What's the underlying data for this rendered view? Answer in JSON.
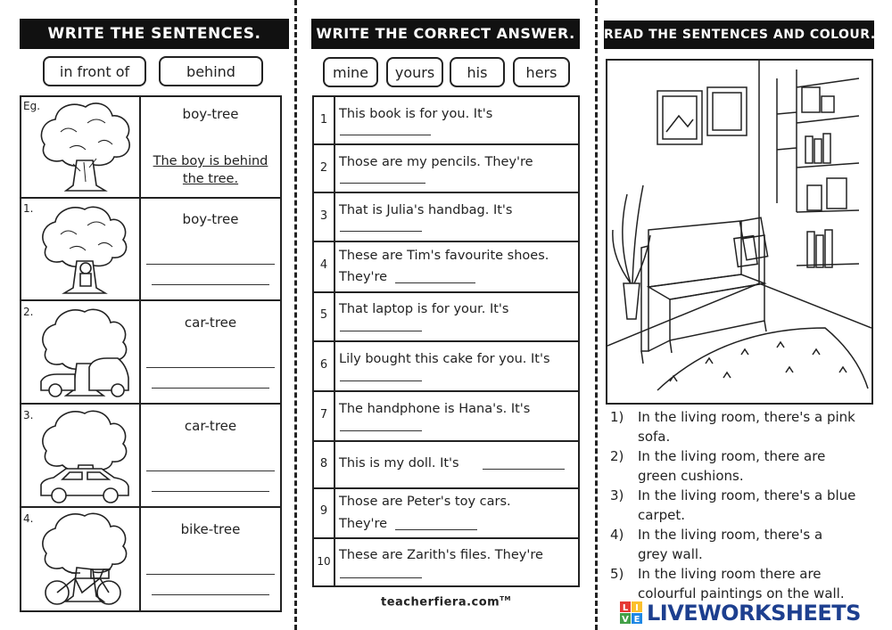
{
  "col1": {
    "title": "WRITE THE SENTENCES.",
    "options": [
      "in front of",
      "behind"
    ],
    "example_label": "Eg.",
    "rows": [
      {
        "num": "Eg.",
        "pair": "boy-tree",
        "answer_line1": "The boy is behind",
        "answer_line2": "the tree."
      },
      {
        "num": "1.",
        "pair": "boy-tree"
      },
      {
        "num": "2.",
        "pair": "car-tree"
      },
      {
        "num": "3.",
        "pair": "car-tree"
      },
      {
        "num": "4.",
        "pair": "bike-tree"
      }
    ]
  },
  "col2": {
    "title": "WRITE THE CORRECT ANSWER.",
    "options": [
      "mine",
      "yours",
      "his",
      "hers"
    ],
    "questions": [
      {
        "num": "1",
        "line1": "This book is for you. It's",
        "line2": ""
      },
      {
        "num": "2",
        "line1": "Those are my pencils. They're",
        "line2": ""
      },
      {
        "num": "3",
        "line1": "That is Julia's handbag. It's",
        "line2": ""
      },
      {
        "num": "4",
        "line1": "These are Tim's favourite shoes.",
        "line2": "They're"
      },
      {
        "num": "5",
        "line1": "That laptop is for your. It's",
        "line2": ""
      },
      {
        "num": "6",
        "line1": "Lily bought this cake for you. It's",
        "line2": ""
      },
      {
        "num": "7",
        "line1": "The handphone is Hana's. It's",
        "line2": ""
      },
      {
        "num": "8",
        "line1": "This is my doll. It's",
        "line2": ""
      },
      {
        "num": "9",
        "line1": "Those are Peter's toy cars.",
        "line2": "They're"
      },
      {
        "num": "10",
        "line1": "These are Zarith's files. They're",
        "line2": ""
      }
    ],
    "footer": "teacherfiera.com",
    "footer_tm": "TM"
  },
  "col3": {
    "title": "READ THE SENTENCES AND COLOUR.",
    "sentences": [
      {
        "num": "1)",
        "text": "In the living room, there's a pink sofa."
      },
      {
        "num": "2)",
        "text": "In the living room, there are green cushions."
      },
      {
        "num": "3)",
        "text": "In the living room, there's a blue carpet."
      },
      {
        "num": "4)",
        "text": "In the living room, there's a grey wall."
      },
      {
        "num": "5)",
        "text": "In the living room there are colourful paintings on the wall."
      }
    ]
  },
  "brand": {
    "logo_letters": "LIVE",
    "name": "LIVEWORKSHEETS",
    "colors": {
      "l": "#e53935",
      "i": "#fbc02d",
      "v": "#43a047",
      "e": "#1e88e5",
      "text": "#1d3f8f"
    }
  }
}
